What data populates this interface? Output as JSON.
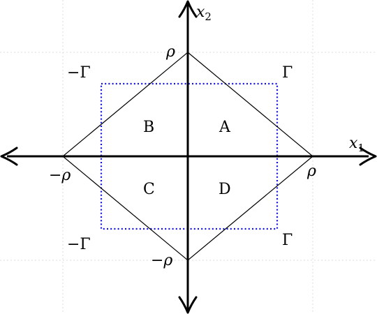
{
  "axes": {
    "x_label": "x",
    "x_sub": "1",
    "y_label": "x",
    "y_sub": "2"
  },
  "diamond_labels": {
    "top": "ρ",
    "right": "ρ",
    "left": "−ρ",
    "bottom": "−ρ"
  },
  "box_labels": {
    "top_left": "−Γ",
    "top_right": "Γ",
    "bottom_left": "−Γ",
    "bottom_right": "Γ"
  },
  "regions": [
    "A",
    "B",
    "C",
    "D"
  ],
  "colors": {
    "axis": "#000000",
    "diamond": "#000000",
    "box": "#1010e0",
    "grid": "#dcdcdc"
  }
}
